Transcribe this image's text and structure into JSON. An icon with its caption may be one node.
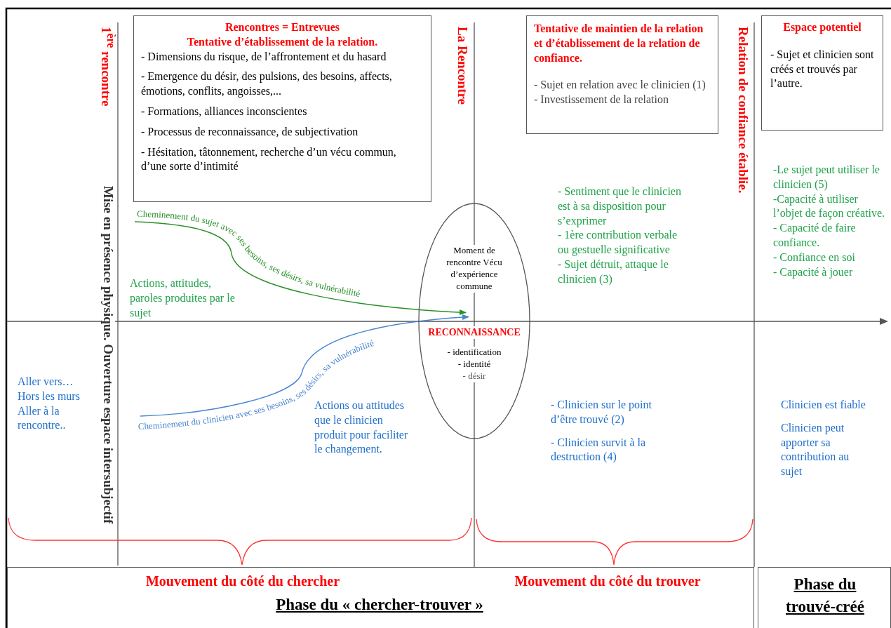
{
  "diagram": {
    "nodes": [
      {
        "text": [
          "Rencontres = Entrevues",
          "Tentative d’établissement de la relation.",
          "- Dimensions du risque, de l’affrontement et du hasard",
          "- Emergence du désir, des pulsions, des besoins, affects, émotions, conflits, angoisses,...",
          "- Formations, alliances inconscientes",
          "- Processus de reconnaissance, de subjectivation",
          "- Hésitation, tâtonnement, recherche d’un vécu commun, d’une sorte d’intimité"
        ]
      },
      {
        "text": [
          "Tentative de maintien de la relation et d’établissement de la relation de confiance.",
          "- Sujet en relation avec le clinicien (1)",
          "- Investissement de la relation"
        ]
      },
      {
        "text": [
          "Espace potentiel",
          "- Sujet et clinicien sont créés et trouvés par l’autre."
        ]
      },
      {
        "text": [
          "Moment de rencontre Vécu d’expérience commune",
          "RECONNAISSANCE",
          "- identification",
          "- identité",
          "- désir"
        ]
      },
      {
        "text": [
          "Mouvement du côté du chercher",
          "Mouvement du côté du trouver",
          "Phase du « chercher-trouver »"
        ]
      },
      {
        "text": [
          "Phase du trouvé-créé"
        ]
      }
    ],
    "edges": [
      {
        "from": null,
        "to": 3,
        "arrow": "to",
        "label": "Cheminement du sujet avec ses besoins, ses désirs, sa vulnérabilité",
        "color": "#2a8f2a"
      },
      {
        "from": null,
        "to": 3,
        "arrow": "to",
        "label": "Cheminement du clinicien avec ses besoins, ses désirs, sa vulnérabilité",
        "color": "#4a86d0"
      }
    ],
    "labels": [
      "1$^{ère}$ rencontre",
      "Mise en présence physique. Ouverture espace intersubjectif",
      "La Rencontre",
      "Relation de confiance établie.",
      "- Sentiment que le clinicien est à sa disposition pour s’exprimer",
      "- 1ère contribution verbale ou gestuelle significative",
      "- Sujet détruit, attaque le clinicien (3)",
      "-Le sujet peut utiliser le clinicien (5)",
      "-Capacité à utiliser l’objet de façon créative.",
      "- Capacité de faire confiance.",
      "- Confiance en soi",
      "- Capacité à jouer",
      "Actions, attitudes, paroles produites par le sujet",
      "Aller vers…",
      "Hors les murs",
      "Aller à la rencontre..",
      "Actions ou attitudes que le clinicien produit pour faciliter le changement.",
      "- Clinicien sur le point d’être trouvé (2)",
      "- Clinicien survit à la destruction (4)",
      "Clinicien est fiable",
      "Clinicien peut apporter sa contribution au sujet"
    ]
  }
}
